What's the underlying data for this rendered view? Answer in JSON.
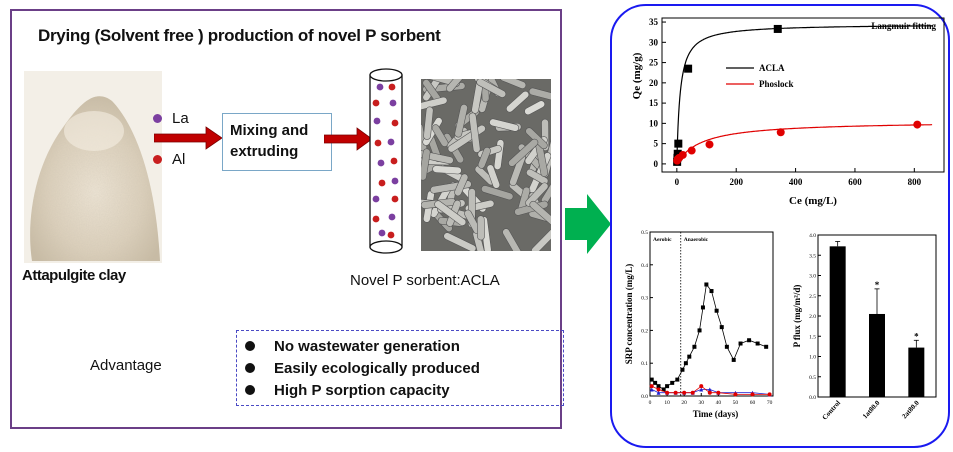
{
  "left": {
    "title": "Drying (Solvent free ) production of novel P sorbent",
    "clay_caption": "Attapulgite clay",
    "legend": [
      {
        "label": "La",
        "color": "#7b3fa0"
      },
      {
        "label": "Al",
        "color": "#c81e1e"
      }
    ],
    "process_lines": [
      "Mixing and",
      "extruding"
    ],
    "sorbent_caption": "Novel P sorbent:ACLA",
    "advantage_label": "Advantage",
    "advantages": [
      "No wastewater generation",
      "Easily ecologically produced",
      "High P sorption capacity"
    ],
    "arrow_color": "#c00000",
    "big_arrow_color": "#00b050"
  },
  "charts": [
    {
      "type": "scatter",
      "title": "Langmuir fitting",
      "xlabel": "Ce (mg/L)",
      "ylabel": "Qe (mg/g)",
      "xlim": [
        -50,
        900
      ],
      "ylim": [
        -2,
        36
      ],
      "xticks": [
        0,
        200,
        400,
        600,
        800
      ],
      "yticks": [
        0,
        5,
        10,
        15,
        20,
        25,
        30,
        35
      ],
      "legend_position": "top-right",
      "series": [
        {
          "name": "ACLA",
          "color": "#000000",
          "marker": "square",
          "x": [
            1,
            2,
            3,
            5,
            38,
            340
          ],
          "y": [
            0.5,
            1.5,
            2.5,
            5,
            23.5,
            33.3
          ],
          "fit": {
            "qmax": 34.5,
            "k": 0.09
          }
        },
        {
          "name": "Phoslock",
          "color": "#e00000",
          "marker": "circle",
          "x": [
            1,
            3,
            8,
            20,
            50,
            110,
            350,
            810
          ],
          "y": [
            0.8,
            1.2,
            1.5,
            2.2,
            3.3,
            4.8,
            7.8,
            9.7
          ],
          "fit": {
            "qmax": 10.6,
            "k": 0.012
          }
        }
      ]
    },
    {
      "type": "line",
      "xlabel": "Time (days)",
      "ylabel": "SRP concentration (mg/L)",
      "xlim": [
        0,
        72
      ],
      "ylim": [
        0,
        0.5
      ],
      "xticks": [
        0,
        10,
        20,
        30,
        40,
        50,
        60,
        70
      ],
      "yticks": [
        0.0,
        0.1,
        0.2,
        0.3,
        0.4,
        0.5
      ],
      "divider_x": 18,
      "annotations": [
        "Aerobic",
        "Anaerobic"
      ],
      "series": [
        {
          "color": "#000000",
          "marker": "square",
          "x": [
            1,
            3,
            5,
            8,
            10,
            13,
            16,
            19,
            21,
            23,
            26,
            29,
            31,
            33,
            36,
            39,
            42,
            45,
            49,
            53,
            58,
            63,
            68
          ],
          "y": [
            0.05,
            0.04,
            0.03,
            0.02,
            0.03,
            0.04,
            0.05,
            0.08,
            0.1,
            0.12,
            0.15,
            0.2,
            0.27,
            0.34,
            0.32,
            0.26,
            0.21,
            0.15,
            0.11,
            0.16,
            0.17,
            0.16,
            0.15
          ]
        },
        {
          "color": "#2020d0",
          "marker": "triangle",
          "x": [
            1,
            5,
            10,
            15,
            20,
            25,
            30,
            35,
            40,
            50,
            60,
            70
          ],
          "y": [
            0.02,
            0.01,
            0.01,
            0.01,
            0.01,
            0.01,
            0.02,
            0.02,
            0.01,
            0.01,
            0.01,
            0.005
          ]
        },
        {
          "color": "#e00000",
          "marker": "circle",
          "x": [
            1,
            5,
            10,
            15,
            20,
            25,
            30,
            35,
            40,
            50,
            60,
            70
          ],
          "y": [
            0.03,
            0.02,
            0.01,
            0.01,
            0.01,
            0.01,
            0.03,
            0.01,
            0.01,
            0.005,
            0.005,
            0.005
          ]
        }
      ]
    },
    {
      "type": "bar",
      "ylabel": "P flux (mg/m²/d)",
      "categories": [
        "Control",
        "1at80.0",
        "2at80.0"
      ],
      "values": [
        3.72,
        2.05,
        1.22
      ],
      "errors": [
        0.12,
        0.62,
        0.18
      ],
      "ylim": [
        0,
        4
      ],
      "yticks": [
        0.0,
        0.5,
        1.0,
        1.5,
        2.0,
        2.5,
        3.0,
        3.5,
        4.0
      ],
      "star_values": [
        2.05,
        1.22
      ],
      "bar_color": "#000000"
    }
  ]
}
